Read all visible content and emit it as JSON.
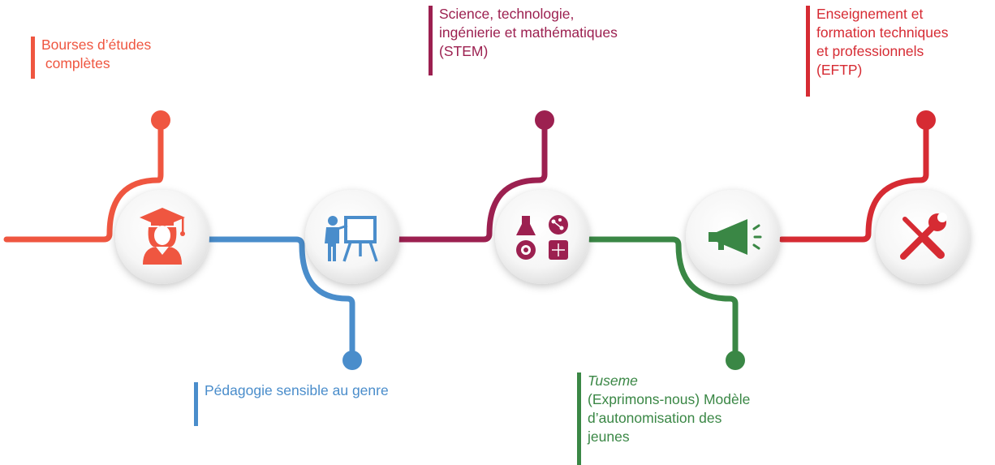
{
  "colors": {
    "bourses": "#ef5640",
    "pedagogie": "#4a8dcb",
    "stem": "#9c2050",
    "tuseme": "#3a8745",
    "eftp": "#d62b33"
  },
  "steps": [
    {
      "id": "bourses",
      "icon": "graduate-student-icon",
      "label_lines": [
        "Bourses d’études",
        " complètes"
      ]
    },
    {
      "id": "pedagogie",
      "icon": "teacher-at-board-icon",
      "label_lines": [
        "Pédagogie sensible au genre"
      ]
    },
    {
      "id": "stem",
      "icon": "stem-science-icons",
      "label_lines": [
        "Science, technologie,",
        "ingénierie et mathématiques",
        "(STEM)"
      ]
    },
    {
      "id": "tuseme",
      "icon": "megaphone-icon",
      "label_italic": "Tuseme",
      "label_lines": [
        "(Exprimons-nous) Modèle",
        "d’autonomisation des",
        "jeunes"
      ]
    },
    {
      "id": "eftp",
      "icon": "wrench-screwdriver-icon",
      "label_lines": [
        "Enseignement et",
        "formation techniques",
        "et professionnels",
        "(EFTP)"
      ]
    }
  ]
}
